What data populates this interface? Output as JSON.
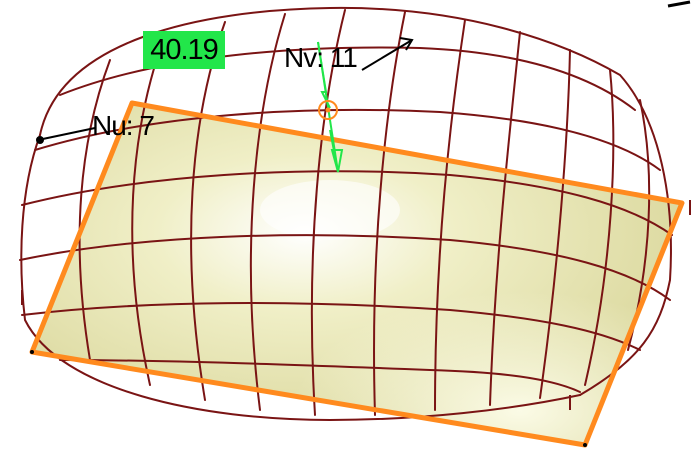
{
  "viewer": {
    "measure_value": "40.19",
    "labels": {
      "nv_u": "Nu: 7",
      "nv_v": "Nv: 11"
    },
    "control_point": "circle-icon"
  },
  "colors": {
    "wireframe": "#7a1414",
    "plane_edge": "#ff8a1e",
    "plane_fill": "#e8e6a8",
    "normal_arrow": "#22e64a",
    "badge_bg": "#22e64a",
    "label_text": "#000000"
  }
}
